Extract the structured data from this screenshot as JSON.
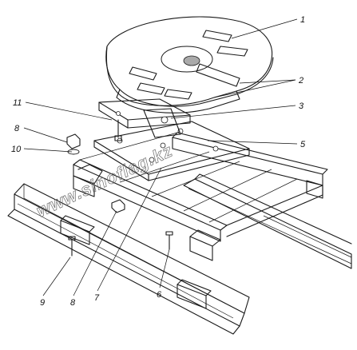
{
  "watermark": "www.sinoflag.kz",
  "callouts": [
    {
      "id": "1",
      "label": "1"
    },
    {
      "id": "2",
      "label": "2"
    },
    {
      "id": "3",
      "label": "3"
    },
    {
      "id": "5",
      "label": "5"
    },
    {
      "id": "6",
      "label": "6"
    },
    {
      "id": "7",
      "label": "7"
    },
    {
      "id": "8a",
      "label": "8"
    },
    {
      "id": "8b",
      "label": "8"
    },
    {
      "id": "9",
      "label": "9"
    },
    {
      "id": "10",
      "label": "10"
    },
    {
      "id": "11",
      "label": "11"
    }
  ],
  "colors": {
    "ink": "#1a1a1a",
    "shade": "#8a8a8a",
    "paper": "#ffffff"
  }
}
